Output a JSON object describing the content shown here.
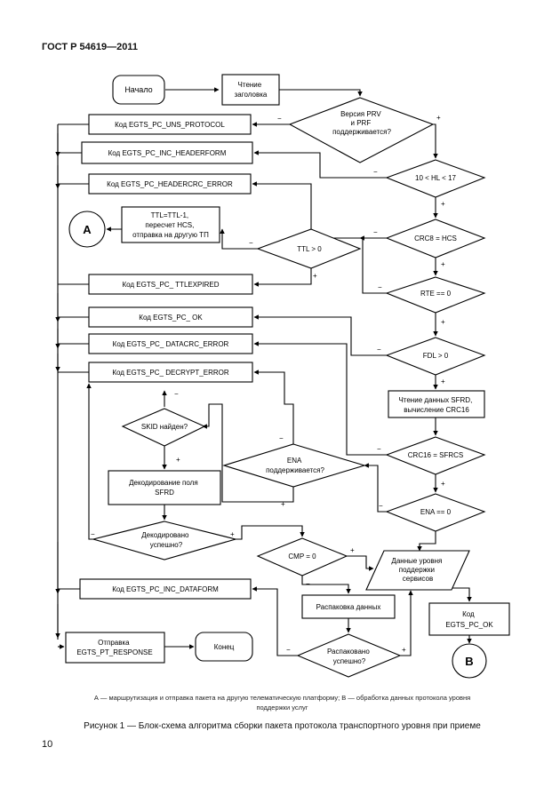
{
  "header": {
    "doc_code": "ГОСТ Р 54619—2011"
  },
  "page_number": "10",
  "figure_caption": "Рисунок 1 — Блок-схема алгоритма сборки пакета протокола транспортного уровня при приеме",
  "footnote": {
    "line1": "А — маршрутизация и отправка пакета на другую телематическую платформу; В — обработка данных протокола уровня",
    "line2": "поддержки услуг"
  },
  "nodes": {
    "start": "Начало",
    "read_header": [
      "Чтение",
      "заголовка"
    ],
    "version_check": [
      "Версия PRV",
      "и PRF",
      "поддерживается?"
    ],
    "code_unsupported_protocol": "Код EGTS_PC_UNS_PROTOCOL",
    "code_inc_headerform": "Код EGTS_PC_INC_HEADERFORM",
    "hl_check": "10 < HL < 17",
    "code_headercrc_error": "Код EGTS_PC_HEADERCRC_ERROR",
    "ttl_decrement": [
      "TTL=TTL-1,",
      "пересчет HCS,",
      "отправка на другую ТП"
    ],
    "connector_a": "А",
    "ttl_check": "TTL > 0",
    "crc8_check": "CRC8 = HCS",
    "code_ttl_expired": "Код EGTS_PC_ TTLEXPIRED",
    "rte_check": "RTE == 0",
    "code_ok": "Код EGTS_PC_ OK",
    "code_datacrc_error": "Код EGTS_PC_ DATACRC_ERROR",
    "fdl_check": "FDL > 0",
    "code_decrypt_error": "Код EGTS_PC_ DECRYPT_ERROR",
    "read_sfrd": [
      "Чтение данных SFRD,",
      "вычисление CRC16"
    ],
    "skid_check": "SKID найден?",
    "ena_supported": [
      "ENA",
      "поддерживается?"
    ],
    "crc16_check": "CRC16 = SFRCS",
    "decode_sfrd": [
      "Декодирование поля",
      "SFRD"
    ],
    "ena_check": "ENA == 0",
    "decode_success": [
      "Декодировано",
      "успешно?"
    ],
    "cmp_check": "CMP = 0",
    "service_data": [
      "Данные уровня",
      "поддержки",
      "сервисов"
    ],
    "code_inc_dataform": "Код EGTS_PC_INC_DATAFORM",
    "unpack_data": "Распаковка данных",
    "code_ok_final": [
      "Код",
      "EGTS_PC_OK"
    ],
    "send_response": [
      "Отправка",
      "EGTS_PT_RESPONSE"
    ],
    "end": "Конец",
    "unpack_success": [
      "Распаковано",
      "успешно?"
    ],
    "connector_b": "В"
  },
  "branch_labels": {
    "yes": "+",
    "no": "−"
  }
}
